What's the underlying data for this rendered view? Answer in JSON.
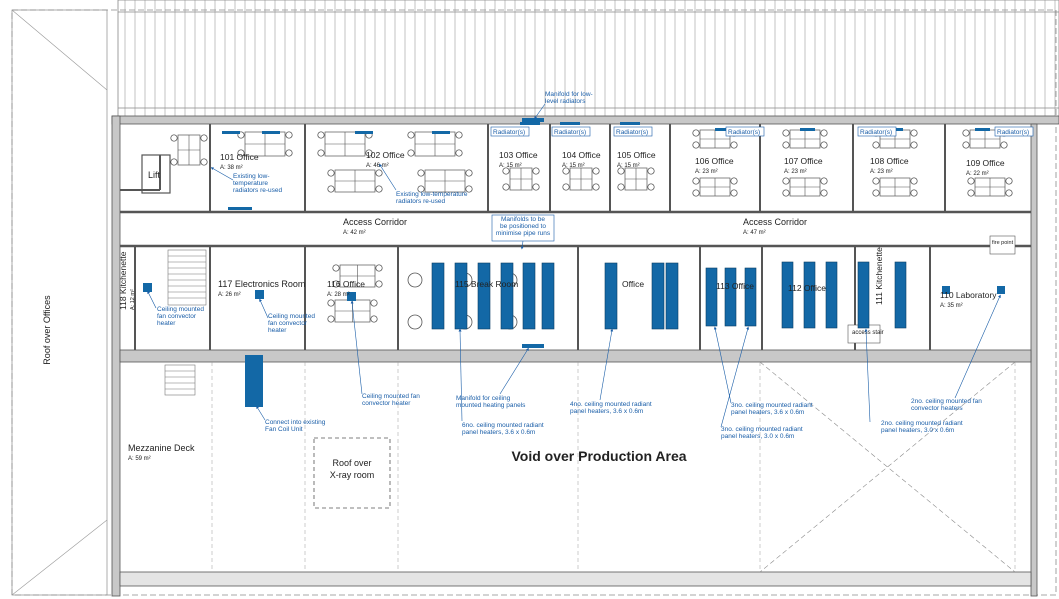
{
  "drawing": {
    "main_label": "Void over Production Area",
    "roof_offices": "Roof over Offices",
    "xray_line1": "Roof over",
    "xray_line2": "X-ray room",
    "lift": "Lift",
    "access_stair": "access stair",
    "fire_point": "fire point"
  },
  "rooms": [
    {
      "key": "r101",
      "name": "101 Office",
      "area": "A: 38 m²"
    },
    {
      "key": "r102",
      "name": "102 Office",
      "area": "A: 46 m²"
    },
    {
      "key": "r103",
      "name": "103 Office",
      "area": "A: 15 m²"
    },
    {
      "key": "r104",
      "name": "104 Office",
      "area": "A: 15 m²"
    },
    {
      "key": "r105",
      "name": "105 Office",
      "area": "A: 15 m²"
    },
    {
      "key": "r106",
      "name": "106 Office",
      "area": "A: 23 m²"
    },
    {
      "key": "r107",
      "name": "107 Office",
      "area": "A: 23 m²"
    },
    {
      "key": "r108",
      "name": "108 Office",
      "area": "A: 23 m²"
    },
    {
      "key": "r109",
      "name": "109 Office",
      "area": "A: 22 m²"
    },
    {
      "key": "corr1",
      "name": "Access Corridor",
      "area": "A: 42 m²"
    },
    {
      "key": "corr2",
      "name": "Access Corridor",
      "area": "A: 47 m²"
    },
    {
      "key": "r117",
      "name": "117 Electronics Room",
      "area": "A: 26 m²"
    },
    {
      "key": "r116",
      "name": "116 Office",
      "area": "A: 28 m²"
    },
    {
      "key": "r115",
      "name": "115 Break Room",
      "area": ""
    },
    {
      "key": "r114",
      "name": "Office",
      "area": ""
    },
    {
      "key": "r113",
      "name": "113 Office",
      "area": ""
    },
    {
      "key": "r112",
      "name": "112 Office",
      "area": ""
    },
    {
      "key": "r111",
      "name": "111 Kitchenette",
      "area": ""
    },
    {
      "key": "r110",
      "name": "110 Laboratory",
      "area": "A: 35 m²"
    },
    {
      "key": "r118",
      "name": "118 Kitchenette",
      "area": "A: 12 m²"
    },
    {
      "key": "mezz",
      "name": "Mezzanine Deck",
      "area": "A: 59 m²"
    }
  ],
  "annotations": {
    "manifold_low_1": "Manifold for low-",
    "manifold_low_2": "level radiators",
    "radiators": "Radiator(s)",
    "existing_101_1": "Existing low-",
    "existing_101_2": "temperature",
    "existing_101_3": "radiators re-used",
    "existing_102_1": "Existing low-temperature",
    "existing_102_2": "radiators re-used",
    "manifolds_1": "Manifolds to be",
    "manifolds_2": "be positioned to",
    "manifolds_3": "minimise pipe runs",
    "cmfch_118_1": "Ceiling mounted",
    "cmfch_118_2": "fan convector",
    "cmfch_118_3": "heater",
    "cmfch_117_1": "Ceiling mounted",
    "cmfch_117_2": "fan convector",
    "cmfch_117_3": "heater",
    "fcu_1": "Connect into existing",
    "fcu_2": "Fan Coil Unit",
    "cmfch_116_1": "Ceiling mounted fan",
    "cmfch_116_2": "convector heater",
    "manifold_ceiling_1": "Manifold for ceiling",
    "manifold_ceiling_2": "mounted heating panels",
    "six_panels_1": "6no. ceiling mounted radiant",
    "six_panels_2": "panel heaters, 3.6 x 0.6m",
    "four_panels_1": "4no. ceiling mounted radiant",
    "four_panels_2": "panel heaters, 3.6 x 0.6m",
    "three_a_1": "3no. ceiling mounted radiant",
    "three_a_2": "panel heaters, 3.6 x 0.6m",
    "three_b_1": "3no. ceiling mounted radiant",
    "three_b_2": "panel heaters, 3.0 x 0.6m",
    "two_panels_1": "2no. ceiling mounted radiant",
    "two_panels_2": "panel heaters, 3.0 x 0.6m",
    "two_fan_1": "2no. ceiling mounted fan",
    "two_fan_2": "convector heaters"
  },
  "colors": {
    "wall": "#555555",
    "wall_fill": "#c8c8c8",
    "line": "#7a7a7a",
    "equipment": "#1368a6",
    "annotation": "#1a5ea8",
    "label": "#222222"
  }
}
